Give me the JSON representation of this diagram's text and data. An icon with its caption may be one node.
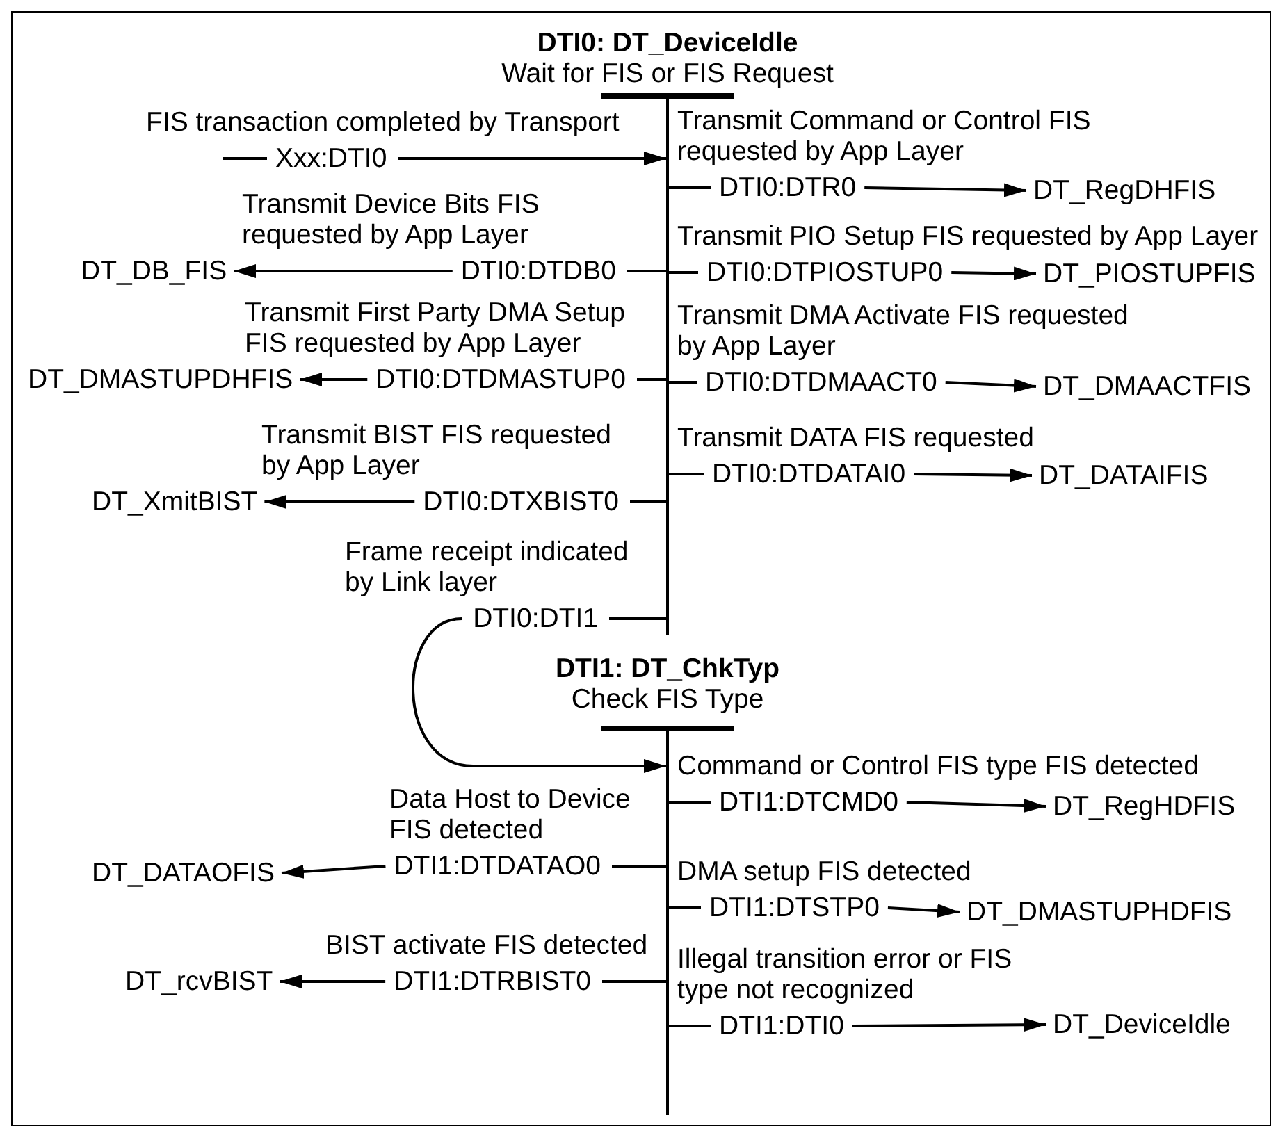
{
  "diagram": {
    "nodes": [
      {
        "text": [
          "DTI0: DT_DeviceIdle",
          "Wait for FIS or FIS Request"
        ]
      },
      {
        "text": [
          "FIS transaction completed by Transport",
          "Xxx:DTI0"
        ]
      },
      {
        "text": [
          "Transmit Command or Control FIS requested by App Layer",
          "DTI0:DTR0"
        ]
      },
      {
        "text": [
          "DT_RegDHFIS"
        ]
      },
      {
        "text": [
          "Transmit Device Bits FIS requested by App Layer",
          "DTI0:DTDB0"
        ]
      },
      {
        "text": [
          "DT_DB_FIS"
        ]
      },
      {
        "text": [
          "Transmit PIO Setup FIS requested by App Layer",
          "DTI0:DTPIOSTUP0"
        ]
      },
      {
        "text": [
          "DT_PIOSTUPFIS"
        ]
      },
      {
        "text": [
          "Transmit First Party DMA Setup FIS requested by App Layer",
          "DTI0:DTDMASTUP0"
        ]
      },
      {
        "text": [
          "DT_DMASTUPDHFIS"
        ]
      },
      {
        "text": [
          "Transmit DMA Activate FIS requested by App Layer",
          "DTI0:DTDMAACT0"
        ]
      },
      {
        "text": [
          "DT_DMAACTFIS"
        ]
      },
      {
        "text": [
          "Transmit BIST FIS requested by App Layer",
          "DTI0:DTXBIST0"
        ]
      },
      {
        "text": [
          "DT_XmitBIST"
        ]
      },
      {
        "text": [
          "Transmit DATA FIS requested",
          "DTI0:DTDATAI0"
        ]
      },
      {
        "text": [
          "DT_DATAIFIS"
        ]
      },
      {
        "text": [
          "Frame receipt indicated by Link layer",
          "DTI0:DTI1"
        ]
      },
      {
        "text": [
          "DTI1: DT_ChkTyp",
          "Check FIS Type"
        ]
      },
      {
        "text": [
          "Command or Control FIS type FIS detected",
          "DTI1:DTCMD0"
        ]
      },
      {
        "text": [
          "DT_RegHDFIS"
        ]
      },
      {
        "text": [
          "Data Host to Device FIS detected",
          "DTI1:DTDATAO0"
        ]
      },
      {
        "text": [
          "DT_DATAOFIS"
        ]
      },
      {
        "text": [
          "DMA setup FIS detected",
          "DTI1:DTSTP0"
        ]
      },
      {
        "text": [
          "DT_DMASTUPHDFIS"
        ]
      },
      {
        "text": [
          "BIST activate FIS detected",
          "DTI1:DTRBIST0"
        ]
      },
      {
        "text": [
          "DT_rcvBIST"
        ]
      },
      {
        "text": [
          "Illegal transition error or FIS type not recognized",
          "DTI1:DTI0"
        ]
      },
      {
        "text": [
          "DT_DeviceIdle"
        ]
      }
    ],
    "edges": [
      {
        "from": null,
        "to": 1,
        "arrow": "none"
      },
      {
        "from": 1,
        "to": 0,
        "arrow": "to"
      },
      {
        "from": 0,
        "to": 2,
        "arrow": "none"
      },
      {
        "from": 2,
        "to": 3,
        "arrow": "to"
      },
      {
        "from": 0,
        "to": 4,
        "arrow": "none"
      },
      {
        "from": 4,
        "to": 5,
        "arrow": "to"
      },
      {
        "from": 0,
        "to": 6,
        "arrow": "none"
      },
      {
        "from": 6,
        "to": 7,
        "arrow": "to"
      },
      {
        "from": 0,
        "to": 8,
        "arrow": "none"
      },
      {
        "from": 8,
        "to": 9,
        "arrow": "to"
      },
      {
        "from": 0,
        "to": 10,
        "arrow": "none"
      },
      {
        "from": 10,
        "to": 11,
        "arrow": "to"
      },
      {
        "from": 0,
        "to": 12,
        "arrow": "none"
      },
      {
        "from": 12,
        "to": 13,
        "arrow": "to"
      },
      {
        "from": 0,
        "to": 14,
        "arrow": "none"
      },
      {
        "from": 14,
        "to": 15,
        "arrow": "to"
      },
      {
        "from": 0,
        "to": 16,
        "arrow": "none"
      },
      {
        "from": 16,
        "to": 17,
        "arrow": "to"
      },
      {
        "from": 17,
        "to": 18,
        "arrow": "none"
      },
      {
        "from": 18,
        "to": 19,
        "arrow": "to"
      },
      {
        "from": 17,
        "to": 20,
        "arrow": "none"
      },
      {
        "from": 20,
        "to": 21,
        "arrow": "to"
      },
      {
        "from": 17,
        "to": 22,
        "arrow": "none"
      },
      {
        "from": 22,
        "to": 23,
        "arrow": "to"
      },
      {
        "from": 17,
        "to": 24,
        "arrow": "none"
      },
      {
        "from": 24,
        "to": 25,
        "arrow": "to"
      },
      {
        "from": 17,
        "to": 26,
        "arrow": "none"
      },
      {
        "from": 26,
        "to": 27,
        "arrow": "to"
      }
    ]
  }
}
